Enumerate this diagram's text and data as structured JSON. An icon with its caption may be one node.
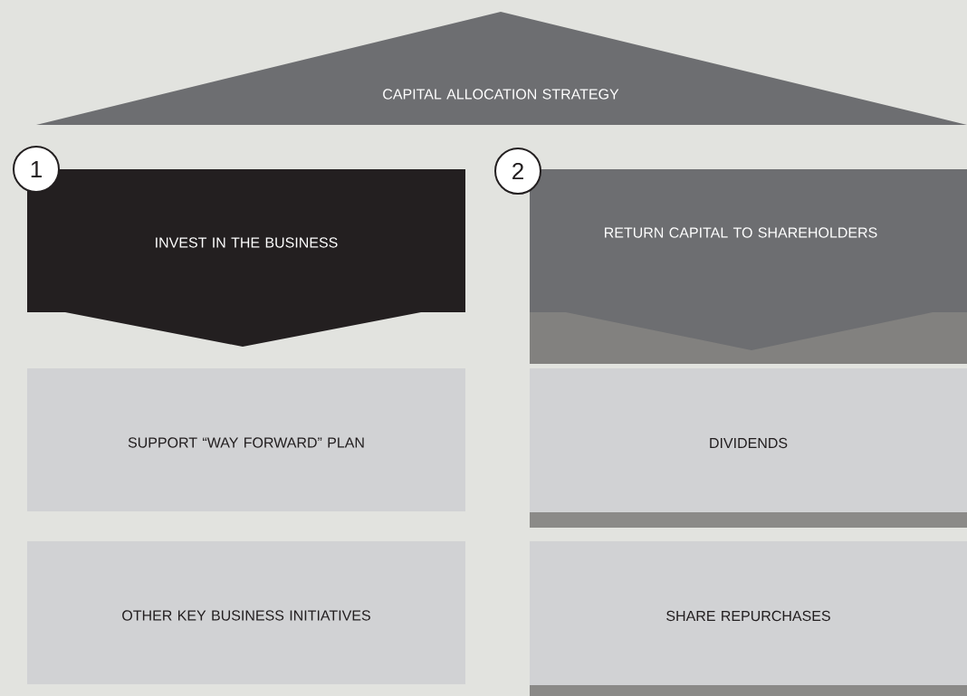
{
  "diagram": {
    "nodes": [
      {
        "text": [
          "CAPITAL ALLOCATION STRATEGY"
        ]
      },
      {
        "text": [
          "1"
        ]
      },
      {
        "text": [
          "INVEST IN THE BUSINESS"
        ]
      },
      {
        "text": [
          "2"
        ]
      },
      {
        "text": [
          "RETURN CAPITAL TO SHAREHOLDERS"
        ]
      },
      {
        "text": [
          "SUPPORT “WAY FORWARD” PLAN"
        ]
      },
      {
        "text": [
          "DIVIDENDS"
        ]
      },
      {
        "text": [
          "OTHER KEY BUSINESS INITIATIVES"
        ]
      },
      {
        "text": [
          "SHARE REPURCHASES"
        ]
      }
    ]
  }
}
